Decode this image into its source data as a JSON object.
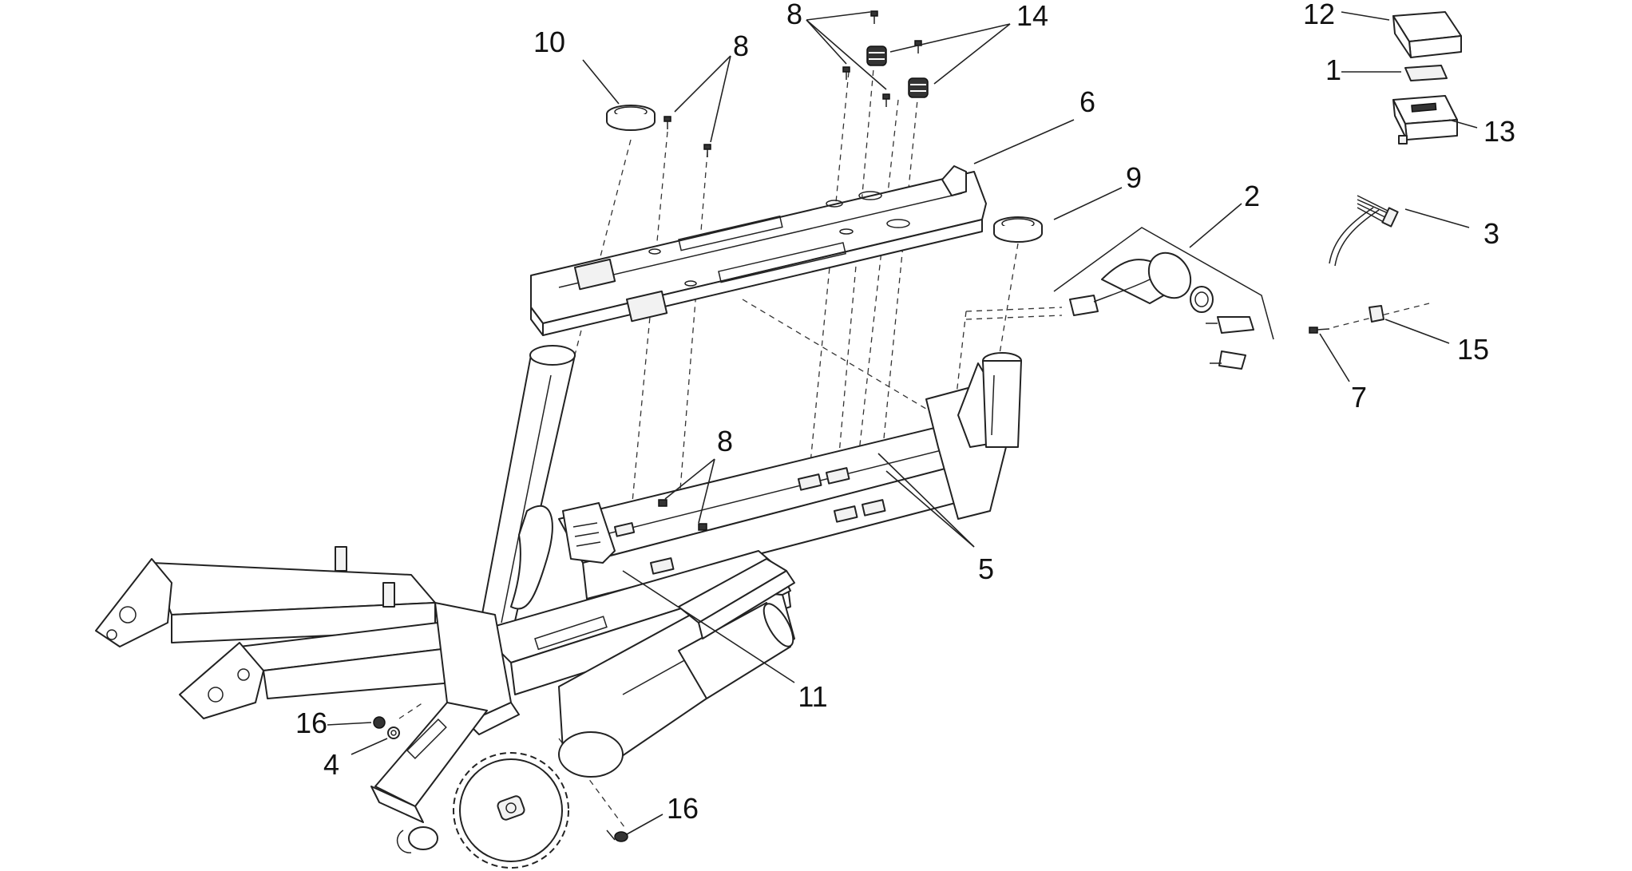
{
  "callouts": [
    {
      "id": "c10",
      "text": "10"
    },
    {
      "id": "c8a",
      "text": "8"
    },
    {
      "id": "c8b",
      "text": "8"
    },
    {
      "id": "c14",
      "text": "14"
    },
    {
      "id": "c12",
      "text": "12"
    },
    {
      "id": "c1",
      "text": "1"
    },
    {
      "id": "c13",
      "text": "13"
    },
    {
      "id": "c6",
      "text": "6"
    },
    {
      "id": "c9",
      "text": "9"
    },
    {
      "id": "c2",
      "text": "2"
    },
    {
      "id": "c3",
      "text": "3"
    },
    {
      "id": "c15",
      "text": "15"
    },
    {
      "id": "c7",
      "text": "7"
    },
    {
      "id": "c8c",
      "text": "8"
    },
    {
      "id": "c5",
      "text": "5"
    },
    {
      "id": "c11",
      "text": "11"
    },
    {
      "id": "c16a",
      "text": "16"
    },
    {
      "id": "c4",
      "text": "4"
    },
    {
      "id": "c16b",
      "text": "16"
    }
  ]
}
